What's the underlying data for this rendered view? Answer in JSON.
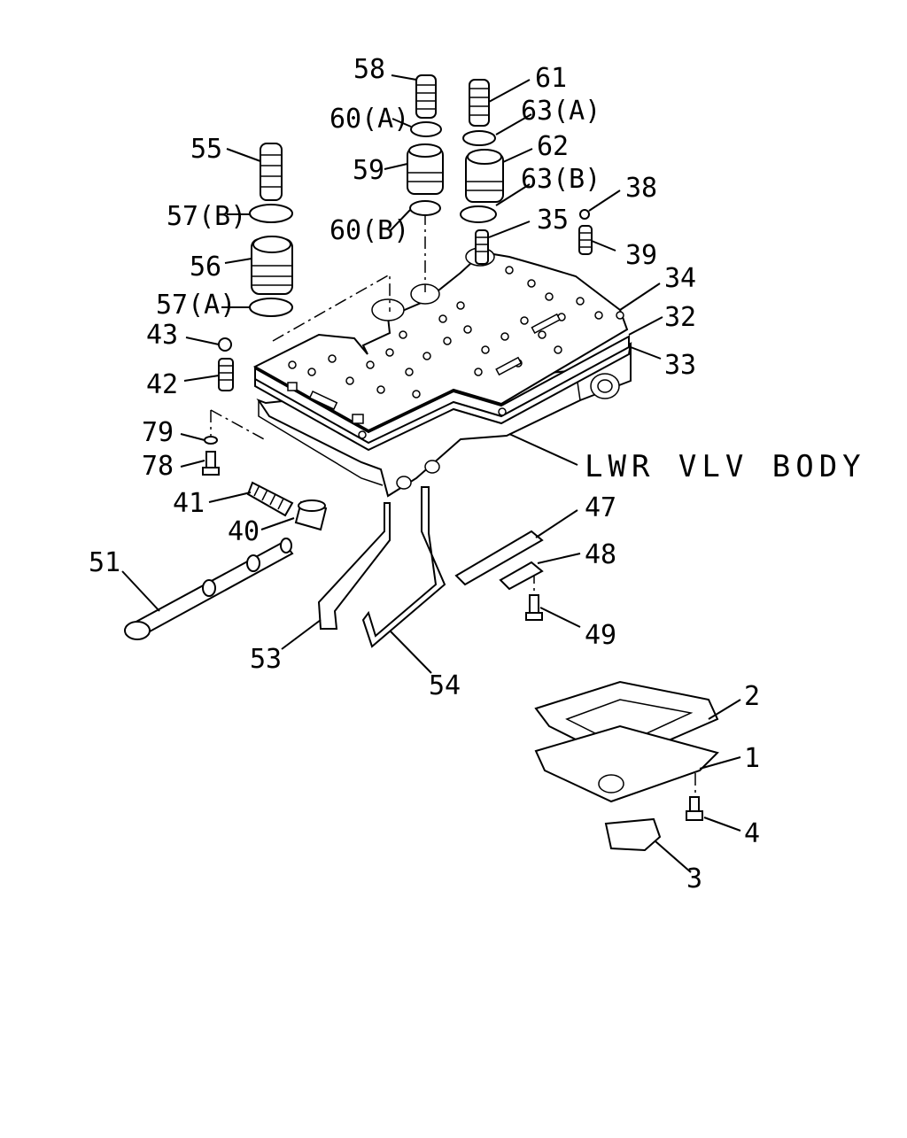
{
  "diagram": {
    "title": "LWR VLV BODY",
    "callouts": {
      "c58": "58",
      "c61": "61",
      "c60a": "60(A)",
      "c63a": "63(A)",
      "c55": "55",
      "c59": "59",
      "c62": "62",
      "c63b": "63(B)",
      "c38": "38",
      "c57b": "57(B)",
      "c60b": "60(B)",
      "c35": "35",
      "c39": "39",
      "c56": "56",
      "c34": "34",
      "c57a": "57(A)",
      "c32": "32",
      "c43": "43",
      "c33": "33",
      "c42": "42",
      "c79": "79",
      "c78": "78",
      "c41": "41",
      "c47": "47",
      "c40": "40",
      "c48": "48",
      "c51": "51",
      "c49": "49",
      "c53": "53",
      "c54": "54",
      "c2": "2",
      "c1": "1",
      "c4": "4",
      "c3": "3"
    }
  }
}
